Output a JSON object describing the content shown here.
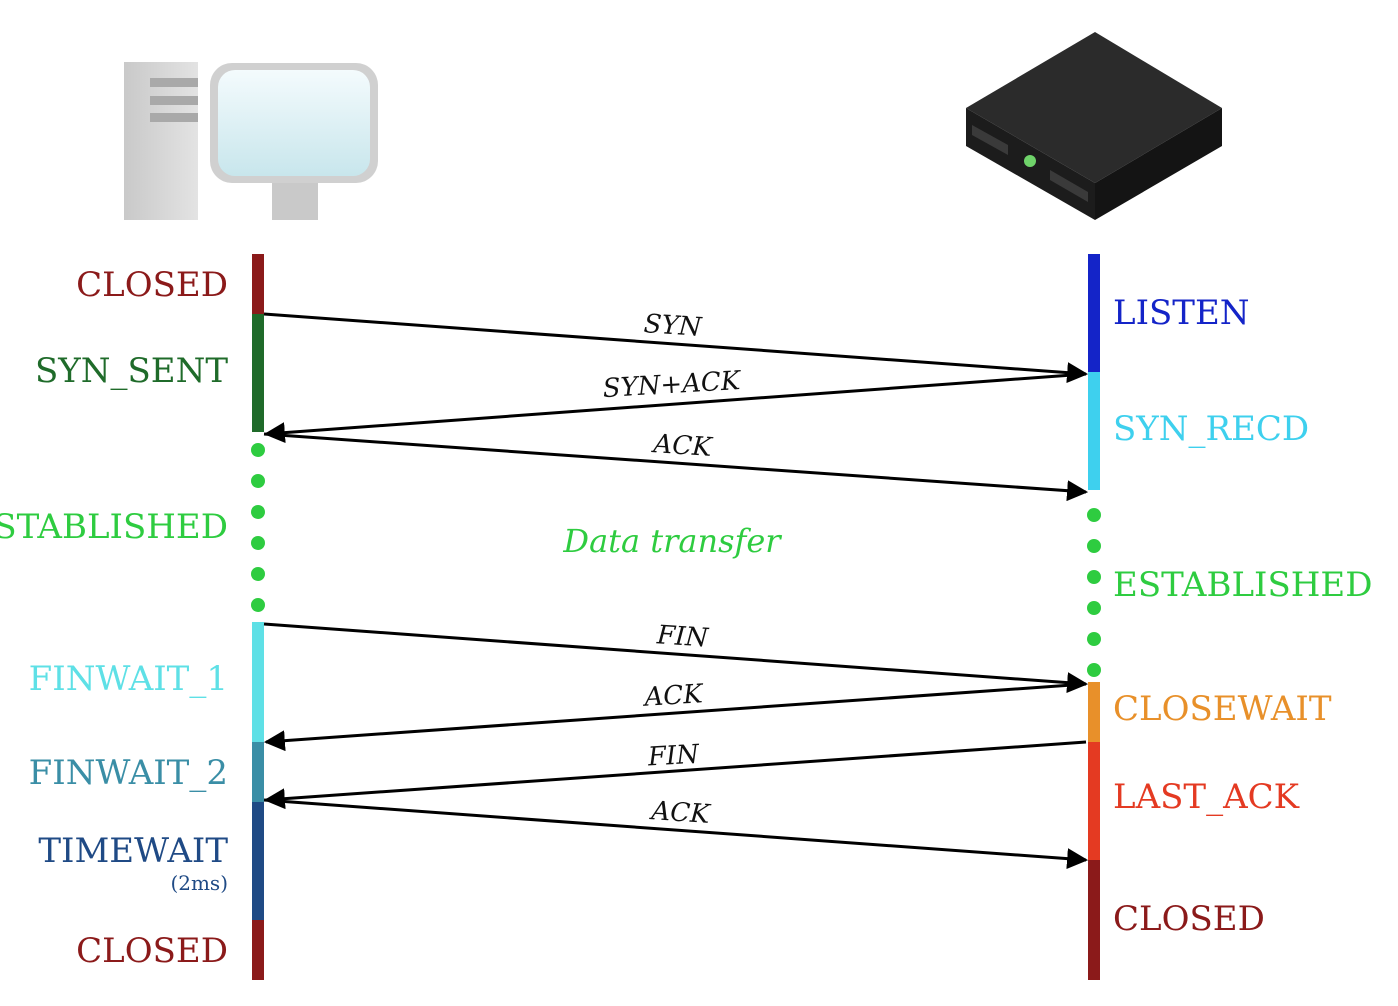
{
  "client": {
    "icon": "desktop-computer-icon",
    "states": [
      {
        "label": "CLOSED",
        "color": "#8B1a1a"
      },
      {
        "label": "SYN_SENT",
        "color": "#1f6b2a"
      },
      {
        "label": "ESTABLISHED",
        "color": "#2ecc40"
      },
      {
        "label": "FINWAIT_1",
        "color": "#5ee0e6"
      },
      {
        "label": "FINWAIT_2",
        "color": "#3a8ea6"
      },
      {
        "label": "TIMEWAIT",
        "sub": "(2ms)",
        "color": "#1f4a85"
      },
      {
        "label": "CLOSED",
        "color": "#8B1a1a"
      }
    ]
  },
  "server": {
    "icon": "server-box-icon",
    "states": [
      {
        "label": "LISTEN",
        "color": "#1424c8"
      },
      {
        "label": "SYN_RECD",
        "color": "#3ed0ee"
      },
      {
        "label": "ESTABLISHED",
        "color": "#2ecc40"
      },
      {
        "label": "CLOSEWAIT",
        "color": "#e8902a"
      },
      {
        "label": "LAST_ACK",
        "color": "#e43a22"
      },
      {
        "label": "CLOSED",
        "color": "#8B1a1a"
      }
    ]
  },
  "messages": [
    {
      "label": "SYN",
      "direction": "client-to-server"
    },
    {
      "label": "SYN+ACK",
      "direction": "server-to-client"
    },
    {
      "label": "ACK",
      "direction": "client-to-server"
    },
    {
      "label": "FIN",
      "direction": "client-to-server"
    },
    {
      "label": "ACK",
      "direction": "server-to-client"
    },
    {
      "label": "FIN",
      "direction": "server-to-client"
    },
    {
      "label": "ACK",
      "direction": "client-to-server"
    }
  ],
  "data_transfer": {
    "label": "Data transfer",
    "color": "#2ecc40"
  }
}
